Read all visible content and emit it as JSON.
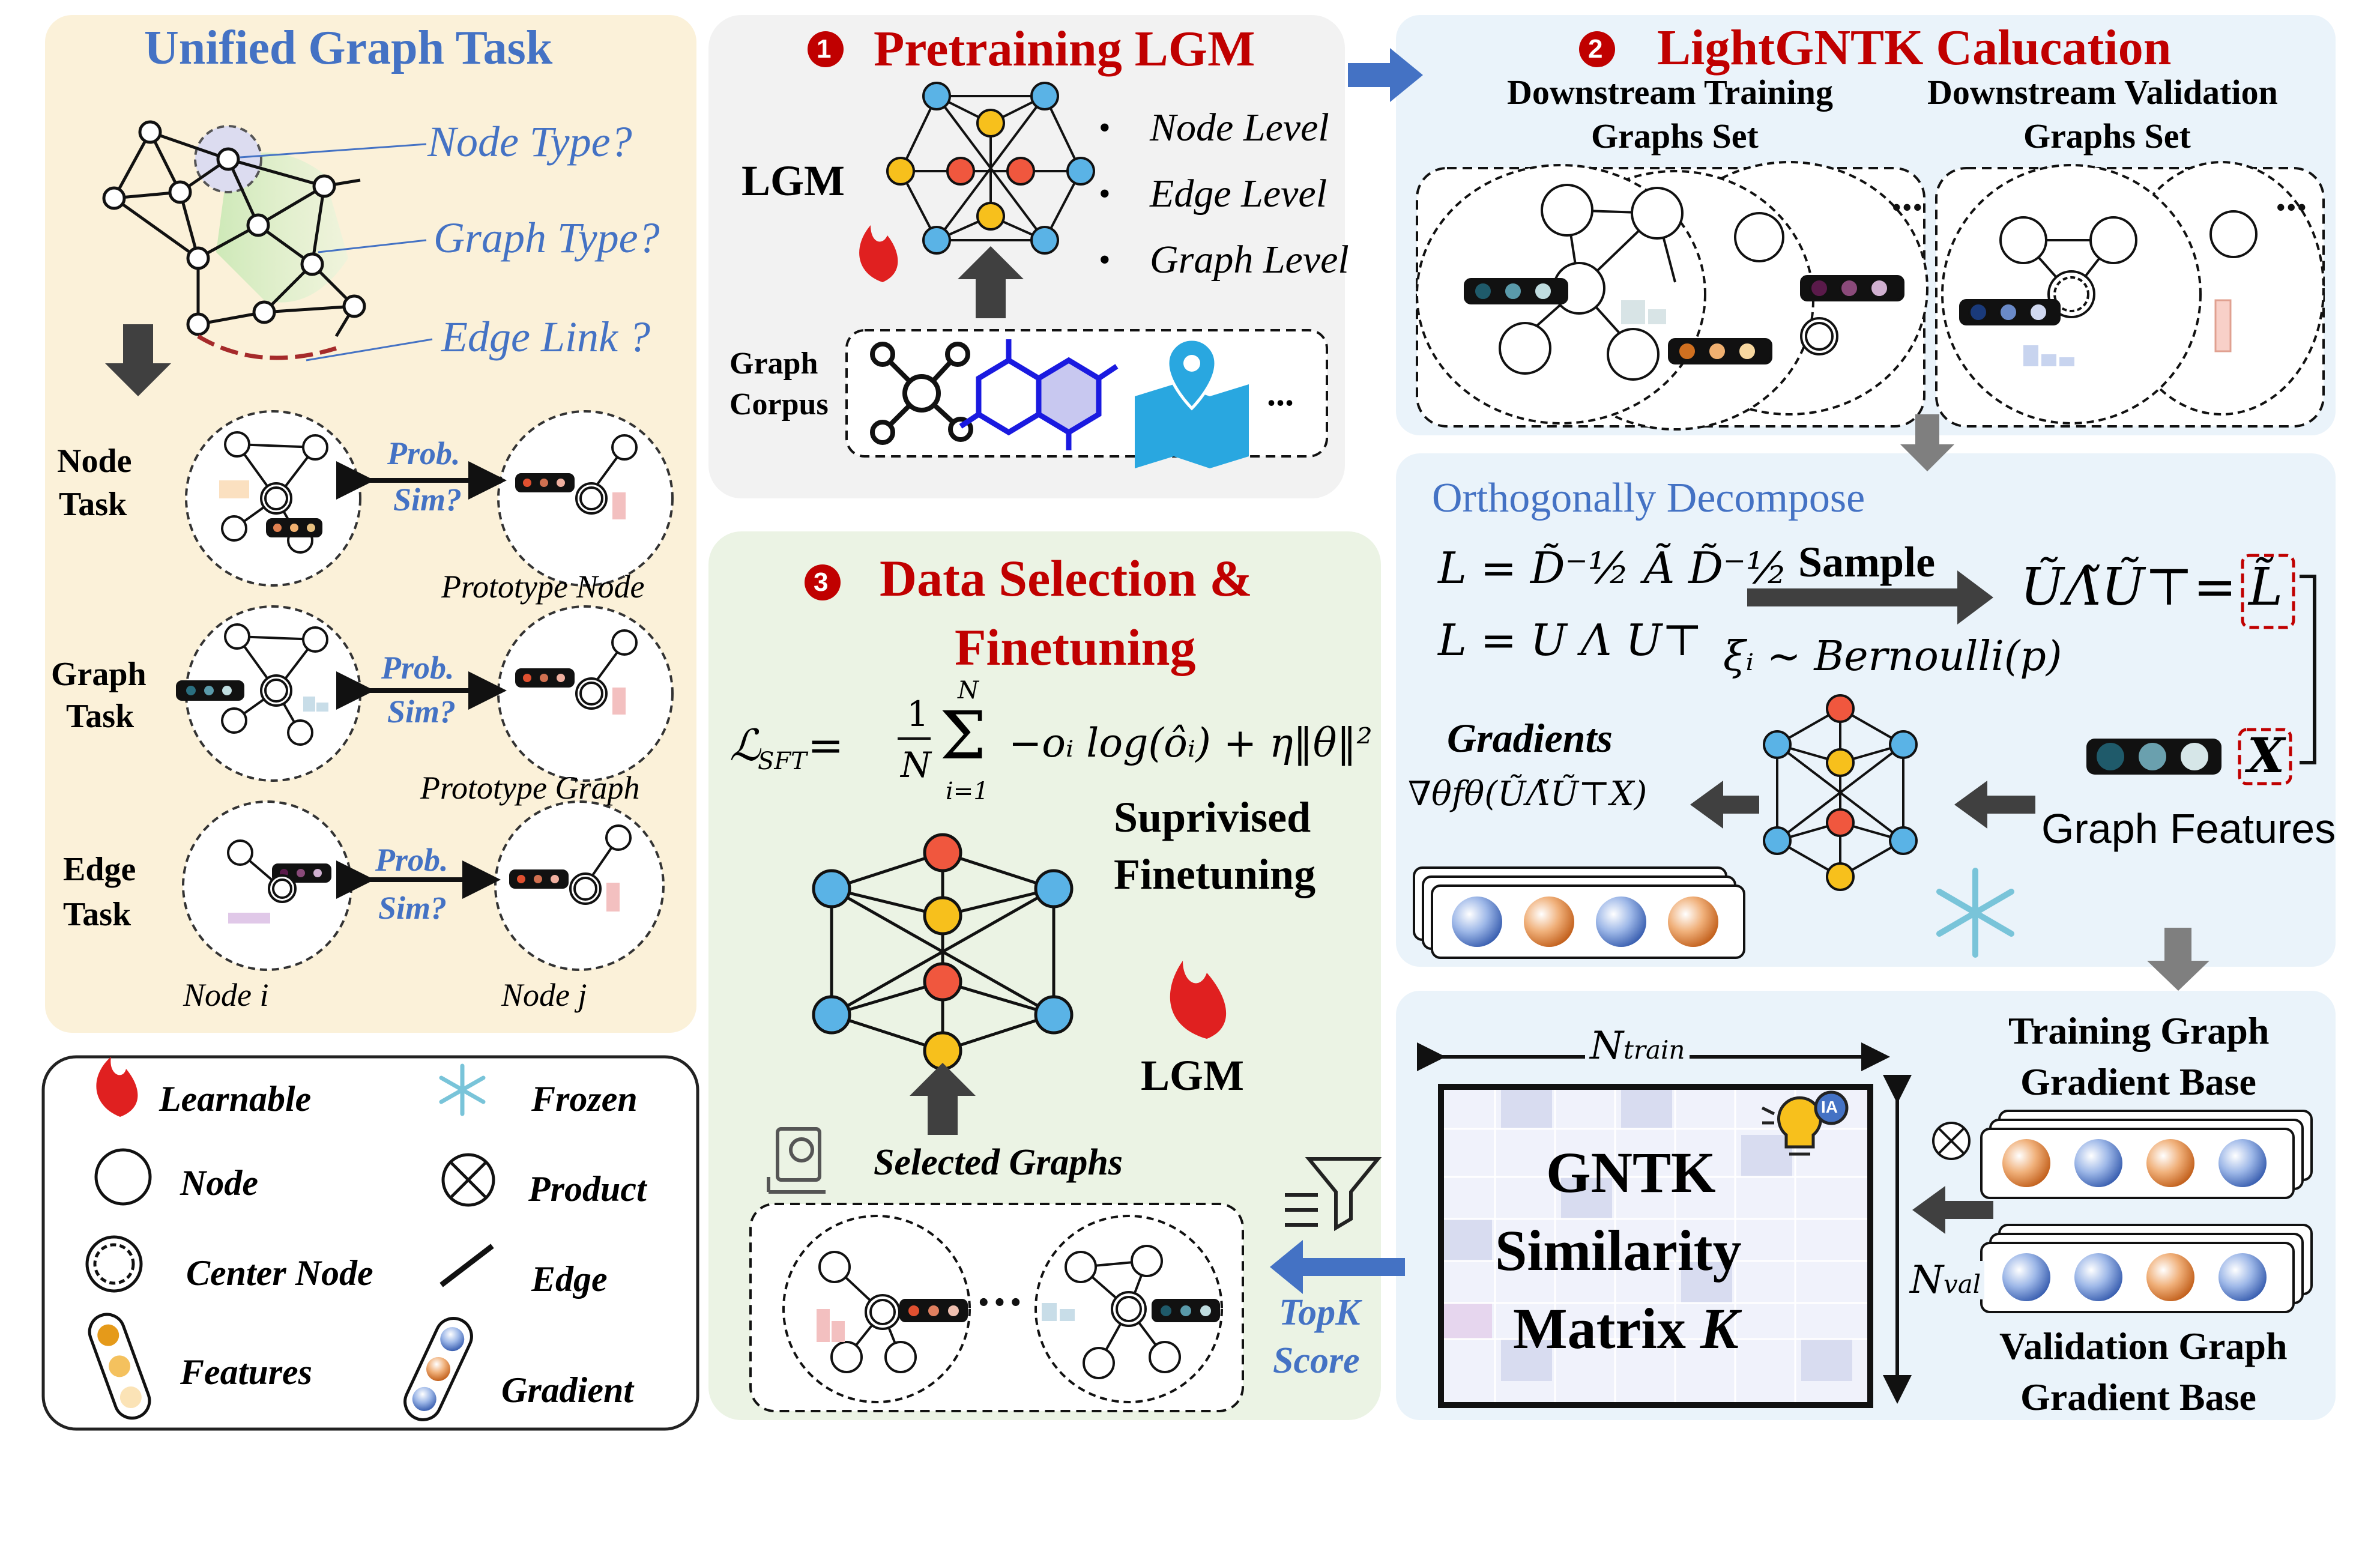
{
  "colors": {
    "panel_yellow": "#fbf1d9",
    "panel_gray": "#f2f2f2",
    "panel_blue": "#eaf3fa",
    "panel_green": "#ebf3e4",
    "title_red": "#c00000",
    "title_blue": "#4472c4",
    "node_orange": "#f0573e",
    "node_yellow": "#f7c01c",
    "node_blue": "#5ab3e6",
    "arrow_blue": "#4472c4",
    "arrow_gray": "#7f7f7f"
  },
  "unified": {
    "title": "Unified Graph Task",
    "node_type": "Node Type?",
    "graph_type": "Graph Type?",
    "edge_link": "Edge Link ?",
    "node_task": [
      "Node",
      "Task"
    ],
    "graph_task": [
      "Graph",
      "Task"
    ],
    "edge_task": [
      "Edge",
      "Task"
    ],
    "prob_sim": [
      "Prob.",
      "Sim?"
    ],
    "prototype_node": "Prototype  Node",
    "prototype_graph": "Prototype  Graph",
    "node_i": "Node i",
    "node_j": "Node j"
  },
  "legend": {
    "learnable": "Learnable",
    "frozen": "Frozen",
    "node": "Node",
    "product": "Product",
    "center_node": "Center Node",
    "edge": "Edge",
    "features": "Features",
    "gradient": "Gradient"
  },
  "pretrain": {
    "number": "1",
    "title": "Pretraining LGM",
    "lgm": "LGM",
    "levels": [
      "Node Level",
      "Edge Level",
      "Graph Level"
    ],
    "bullet": "•",
    "corpus": [
      "Graph",
      "Corpus"
    ],
    "ellipsis": "..."
  },
  "lightgntk": {
    "number": "2",
    "title": "LightGNTK Calucation",
    "train_set": [
      "Downstream Training",
      "Graphs Set"
    ],
    "val_set": [
      "Downstream Validation",
      "Graphs Set"
    ],
    "dots": "...",
    "ortho": "Orthogonally Decompose",
    "eq1": "L = D̃⁻½ Ã D̃⁻½",
    "eq2": "L = U Λ U⊤",
    "sample": "Sample",
    "bernoulli": "ξᵢ ∼ Bernoulli(p)",
    "ulu": "ŨΛ̃Ũ⊤=",
    "l_tilde": "L̃",
    "x": "X",
    "gradients": "Gradients",
    "grad_formula": "∇θfθ(ŨΛ̃Ũ⊤X)",
    "graph_features": "Graph Features"
  },
  "selection": {
    "number": "3",
    "title": [
      "Data Selection &",
      "Finetuning"
    ],
    "loss": "ℒSFT = (1/N) Σᵢ₌₁ᴺ −oᵢ log(ôᵢ) + η‖θ‖²",
    "loss_lhs": "ℒ",
    "loss_sub": "SFT",
    "loss_eq": "=",
    "loss_frac_top": "1",
    "loss_frac_bot": "N",
    "loss_sum": "Σ",
    "loss_sum_top": "N",
    "loss_sum_bot": "i=1",
    "loss_rhs": "−oᵢ log(ôᵢ) + η‖θ‖²",
    "sft": [
      "Suprivised",
      "Finetuning"
    ],
    "lgm": "LGM",
    "selected": "Selected Graphs",
    "dots": "···",
    "topk": [
      "TopK",
      "Score"
    ]
  },
  "matrix": {
    "n_train": "N",
    "n_train_sub": "train",
    "n_val": "N",
    "n_val_sub": "val",
    "gntk": [
      "GNTK",
      "Similarity",
      "Matrix "
    ],
    "k": "K",
    "ia": "IA",
    "train_base": [
      "Training Graph",
      "Gradient Base"
    ],
    "val_base": [
      "Validation Graph",
      "Gradient Base"
    ]
  }
}
